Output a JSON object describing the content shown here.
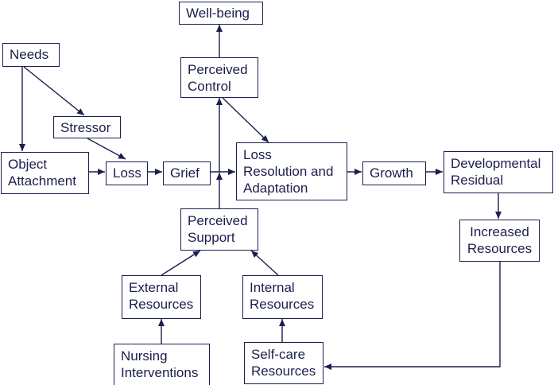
{
  "colors": {
    "ink": "#1b1f4e",
    "background": "#ffffff"
  },
  "nodes": {
    "needs": {
      "lines": [
        "Needs"
      ]
    },
    "stressor": {
      "lines": [
        "Stressor"
      ]
    },
    "object": {
      "lines": [
        "Object",
        "Attachment"
      ]
    },
    "loss": {
      "lines": [
        "Loss"
      ]
    },
    "grief": {
      "lines": [
        "Grief"
      ]
    },
    "wellbeing": {
      "lines": [
        "Well-being"
      ]
    },
    "control": {
      "lines": [
        "Perceived",
        "Control"
      ]
    },
    "resolution": {
      "lines": [
        "Loss",
        "Resolution and",
        "Adaptation"
      ]
    },
    "growth": {
      "lines": [
        "Growth"
      ]
    },
    "residual": {
      "lines": [
        "Developmental",
        "Residual"
      ]
    },
    "increased": {
      "lines": [
        "Increased",
        "Resources"
      ]
    },
    "support": {
      "lines": [
        "Perceived",
        "Support"
      ]
    },
    "external": {
      "lines": [
        "External",
        "Resources"
      ]
    },
    "internal": {
      "lines": [
        "Internal",
        "Resources"
      ]
    },
    "nursing": {
      "lines": [
        "Nursing",
        "Interventions"
      ]
    },
    "selfcare": {
      "lines": [
        "Self-care",
        "Resources"
      ]
    }
  }
}
